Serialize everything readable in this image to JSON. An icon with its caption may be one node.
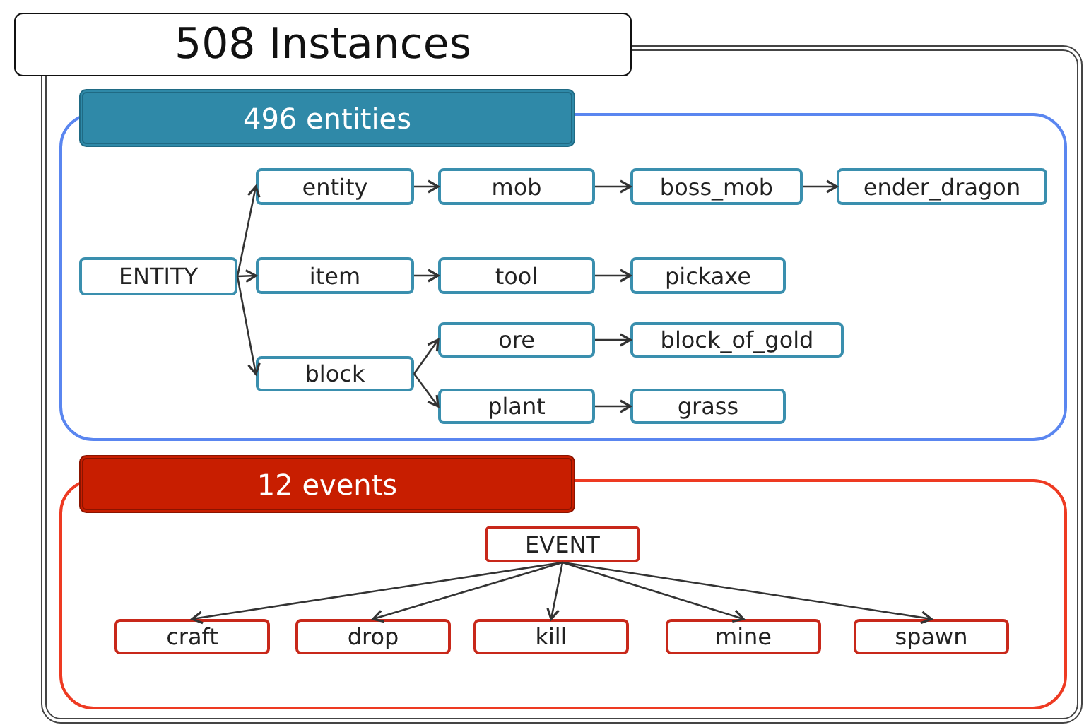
{
  "diagram": {
    "nodes": [
      {
        "text": [
          "508 Instances"
        ]
      },
      {
        "text": [
          "496 entities"
        ],
        "in": 0
      },
      {
        "text": [
          "ENTITY"
        ],
        "in": 1
      },
      {
        "text": [
          "entity"
        ],
        "in": 1
      },
      {
        "text": [
          "mob"
        ],
        "in": 1
      },
      {
        "text": [
          "boss_mob"
        ],
        "in": 1
      },
      {
        "text": [
          "ender_dragon"
        ],
        "in": 1
      },
      {
        "text": [
          "item"
        ],
        "in": 1
      },
      {
        "text": [
          "tool"
        ],
        "in": 1
      },
      {
        "text": [
          "pickaxe"
        ],
        "in": 1
      },
      {
        "text": [
          "ore"
        ],
        "in": 1
      },
      {
        "text": [
          "block_of_gold"
        ],
        "in": 1
      },
      {
        "text": [
          "block"
        ],
        "in": 1
      },
      {
        "text": [
          "plant"
        ],
        "in": 1
      },
      {
        "text": [
          "grass"
        ],
        "in": 1
      },
      {
        "text": [
          "12 events"
        ],
        "in": 0
      },
      {
        "text": [
          "EVENT"
        ],
        "in": 15
      },
      {
        "text": [
          "craft"
        ],
        "in": 15
      },
      {
        "text": [
          "drop"
        ],
        "in": 15
      },
      {
        "text": [
          "kill"
        ],
        "in": 15
      },
      {
        "text": [
          "mine"
        ],
        "in": 15
      },
      {
        "text": [
          "spawn"
        ],
        "in": 15
      }
    ],
    "edges": [
      {
        "from": 2,
        "to": 3,
        "arrow": "to"
      },
      {
        "from": 2,
        "to": 7,
        "arrow": "to"
      },
      {
        "from": 2,
        "to": 12,
        "arrow": "to"
      },
      {
        "from": 3,
        "to": 4,
        "arrow": "to"
      },
      {
        "from": 4,
        "to": 5,
        "arrow": "to"
      },
      {
        "from": 5,
        "to": 6,
        "arrow": "to"
      },
      {
        "from": 7,
        "to": 8,
        "arrow": "to"
      },
      {
        "from": 8,
        "to": 9,
        "arrow": "to"
      },
      {
        "from": 12,
        "to": 10,
        "arrow": "to"
      },
      {
        "from": 12,
        "to": 13,
        "arrow": "to"
      },
      {
        "from": 10,
        "to": 11,
        "arrow": "to"
      },
      {
        "from": 13,
        "to": 14,
        "arrow": "to"
      },
      {
        "from": 16,
        "to": 17,
        "arrow": "to"
      },
      {
        "from": 16,
        "to": 18,
        "arrow": "to"
      },
      {
        "from": 16,
        "to": 19,
        "arrow": "to"
      },
      {
        "from": 16,
        "to": 20,
        "arrow": "to"
      },
      {
        "from": 16,
        "to": 21,
        "arrow": "to"
      }
    ]
  }
}
